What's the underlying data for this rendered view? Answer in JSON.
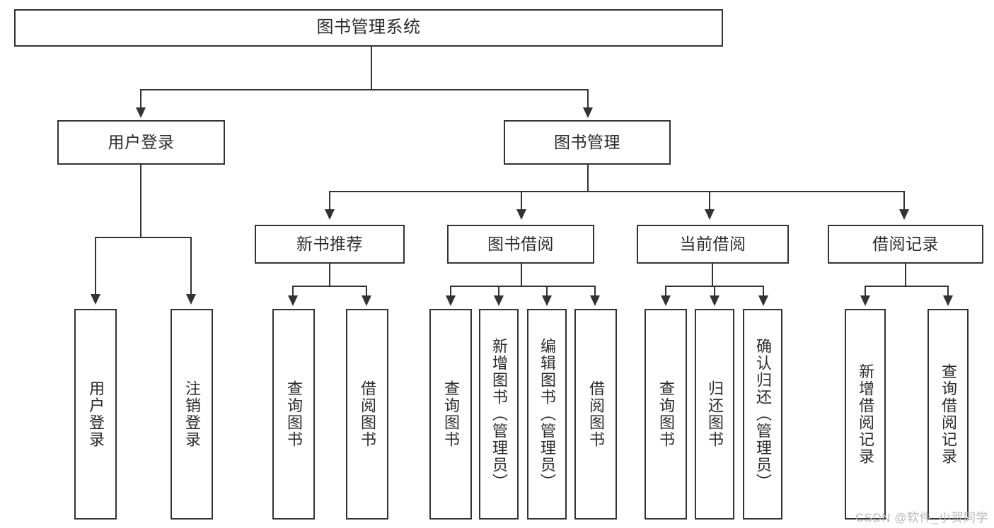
{
  "diagram": {
    "title": "图书管理系统",
    "type": "tree-hierarchy-chart",
    "root": {
      "label": "图书管理系统"
    },
    "level2": [
      {
        "label": "用户登录"
      },
      {
        "label": "图书管理"
      }
    ],
    "level3": [
      {
        "label": "新书推荐"
      },
      {
        "label": "图书借阅"
      },
      {
        "label": "当前借阅"
      },
      {
        "label": "借阅记录"
      }
    ],
    "leaves": {
      "user_login": [
        {
          "label": "用户登录"
        },
        {
          "label": "注销登录"
        }
      ],
      "new_book_recommend": [
        {
          "label": "查询图书"
        },
        {
          "label": "借阅图书"
        }
      ],
      "book_borrow": [
        {
          "label": "查询图书"
        },
        {
          "label": "新增图书（管理员）"
        },
        {
          "label": "编辑图书（管理员）"
        },
        {
          "label": "借阅图书"
        }
      ],
      "current_borrow": [
        {
          "label": "查询图书"
        },
        {
          "label": "归还图书"
        },
        {
          "label": "确认归还（管理员）"
        }
      ],
      "borrow_record": [
        {
          "label": "新增借阅记录"
        },
        {
          "label": "查询借阅记录"
        }
      ]
    }
  },
  "watermark": {
    "text": "CSDN @软件_小贺同学"
  },
  "colors": {
    "border": "#333333",
    "text": "#2b2b2b",
    "background": "#ffffff",
    "watermark": "#b8b8b8"
  }
}
